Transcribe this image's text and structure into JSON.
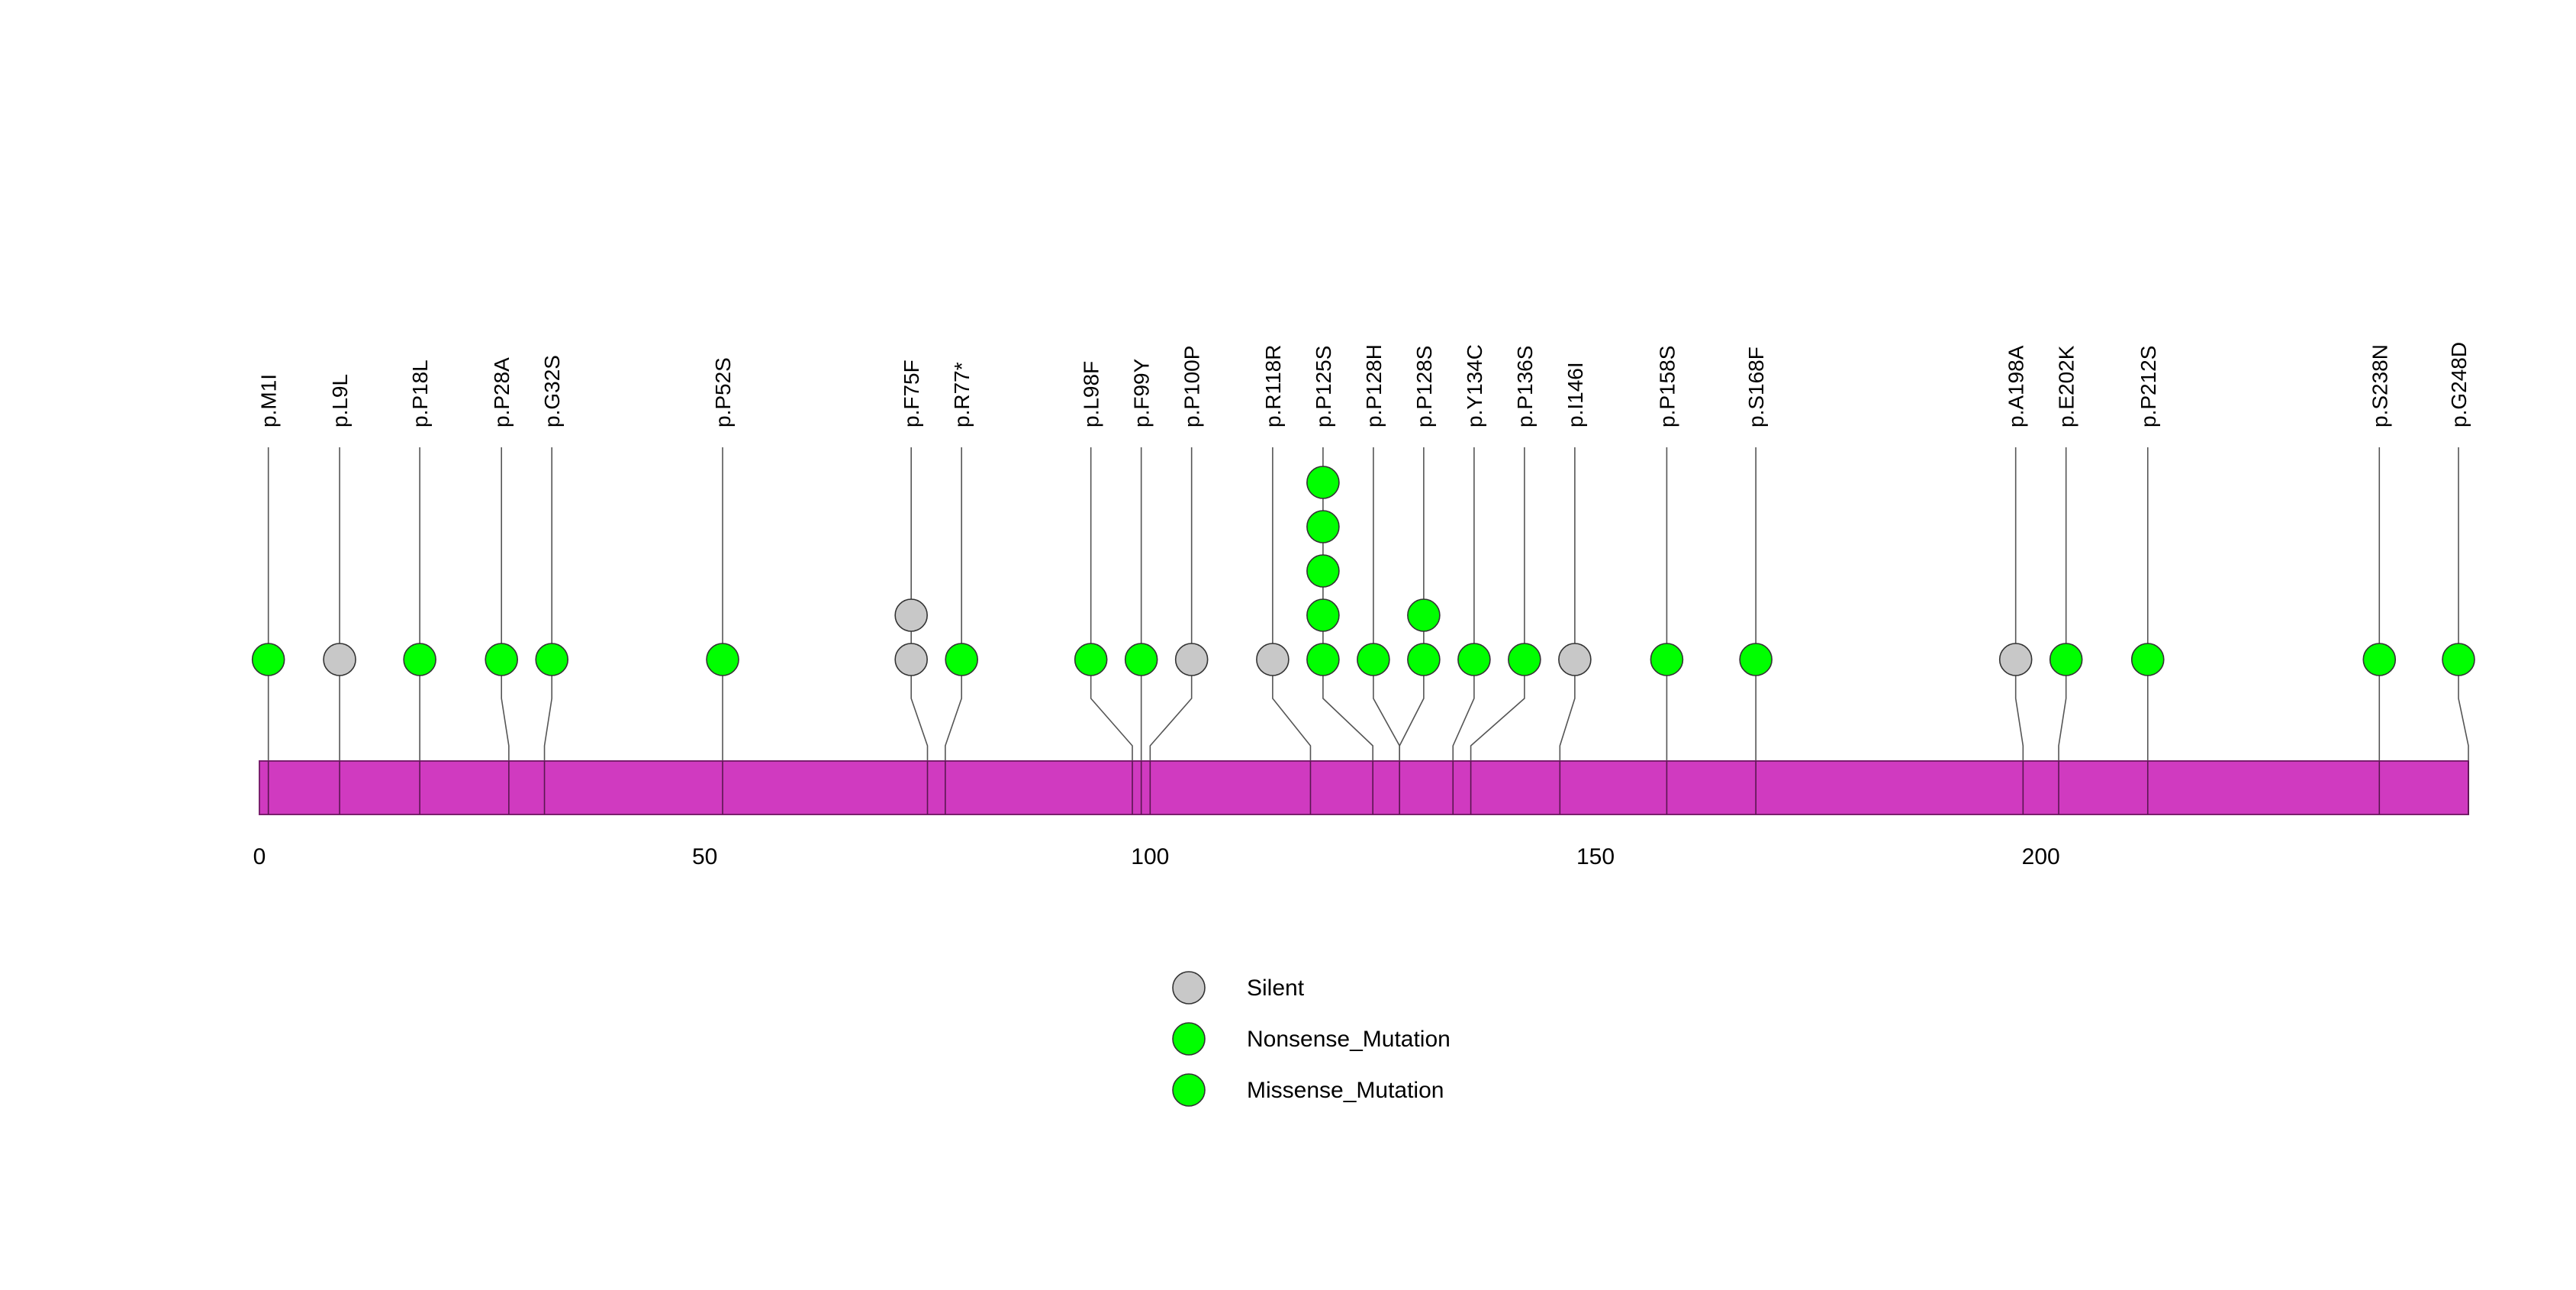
{
  "chart_data": {
    "type": "lollipop",
    "x_range": [
      0,
      248
    ],
    "x_ticks": [
      0,
      50,
      100,
      150,
      200
    ],
    "protein_bar": {
      "start": 0,
      "end": 248,
      "color": "#D03AC0"
    },
    "series": [
      {
        "name": "Silent",
        "color": "#C8C8C8"
      },
      {
        "name": "Nonsense_Mutation",
        "color": "#00FF00"
      },
      {
        "name": "Missense_Mutation",
        "color": "#00FF00"
      }
    ],
    "mutations": [
      {
        "label": "p.M1I",
        "pos": 1,
        "count": 1,
        "type": "Missense_Mutation"
      },
      {
        "label": "p.L9L",
        "pos": 9,
        "count": 1,
        "type": "Silent"
      },
      {
        "label": "p.P18L",
        "pos": 18,
        "count": 1,
        "type": "Missense_Mutation"
      },
      {
        "label": "p.P28A",
        "pos": 28,
        "count": 1,
        "type": "Missense_Mutation"
      },
      {
        "label": "p.G32S",
        "pos": 32,
        "count": 1,
        "type": "Missense_Mutation"
      },
      {
        "label": "p.P52S",
        "pos": 52,
        "count": 1,
        "type": "Missense_Mutation"
      },
      {
        "label": "p.F75F",
        "pos": 75,
        "count": 2,
        "type": "Silent"
      },
      {
        "label": "p.R77*",
        "pos": 77,
        "count": 1,
        "type": "Nonsense_Mutation"
      },
      {
        "label": "p.L98F",
        "pos": 98,
        "count": 1,
        "type": "Missense_Mutation"
      },
      {
        "label": "p.F99Y",
        "pos": 99,
        "count": 1,
        "type": "Missense_Mutation"
      },
      {
        "label": "p.P100P",
        "pos": 100,
        "count": 1,
        "type": "Silent"
      },
      {
        "label": "p.R118R",
        "pos": 118,
        "count": 1,
        "type": "Silent"
      },
      {
        "label": "p.P125S",
        "pos": 125,
        "count": 5,
        "type": "Missense_Mutation"
      },
      {
        "label": "p.P128H",
        "pos": 128,
        "count": 1,
        "type": "Missense_Mutation"
      },
      {
        "label": "p.P128S",
        "pos": 128,
        "count": 2,
        "type": "Missense_Mutation"
      },
      {
        "label": "p.Y134C",
        "pos": 134,
        "count": 1,
        "type": "Missense_Mutation"
      },
      {
        "label": "p.P136S",
        "pos": 136,
        "count": 1,
        "type": "Missense_Mutation"
      },
      {
        "label": "p.I146I",
        "pos": 146,
        "count": 1,
        "type": "Silent"
      },
      {
        "label": "p.P158S",
        "pos": 158,
        "count": 1,
        "type": "Missense_Mutation"
      },
      {
        "label": "p.S168F",
        "pos": 168,
        "count": 1,
        "type": "Missense_Mutation"
      },
      {
        "label": "p.A198A",
        "pos": 198,
        "count": 1,
        "type": "Silent"
      },
      {
        "label": "p.E202K",
        "pos": 202,
        "count": 1,
        "type": "Missense_Mutation"
      },
      {
        "label": "p.P212S",
        "pos": 212,
        "count": 1,
        "type": "Missense_Mutation"
      },
      {
        "label": "p.S238N",
        "pos": 238,
        "count": 1,
        "type": "Missense_Mutation"
      },
      {
        "label": "p.G248D",
        "pos": 248,
        "count": 1,
        "type": "Missense_Mutation"
      }
    ]
  }
}
